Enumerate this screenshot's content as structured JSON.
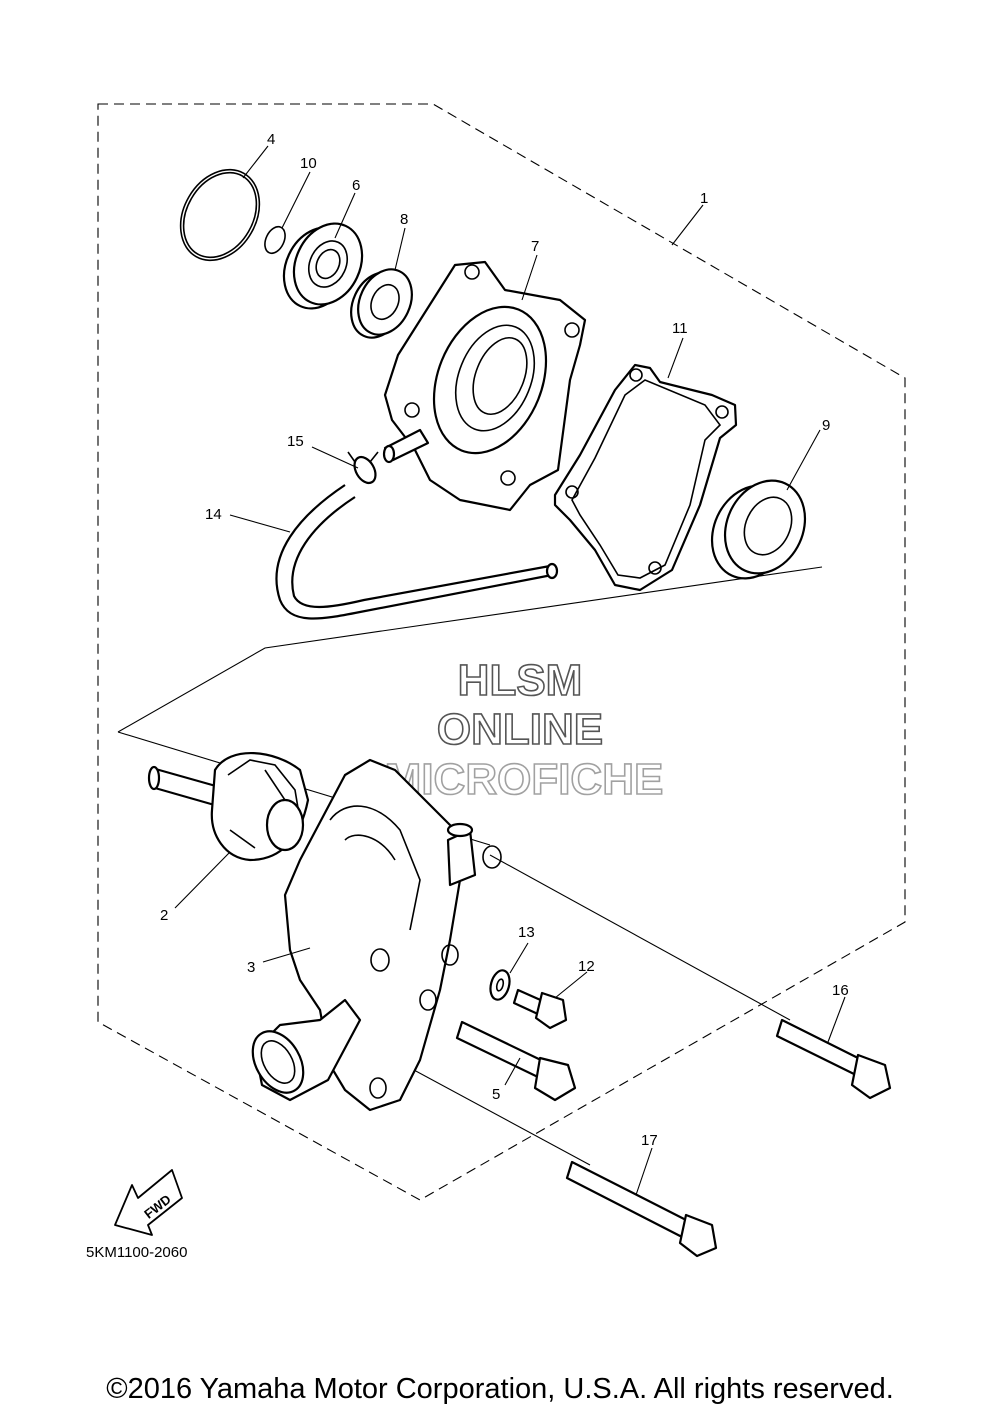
{
  "diagram": {
    "callouts": [
      "1",
      "2",
      "3",
      "4",
      "5",
      "6",
      "7",
      "8",
      "9",
      "10",
      "11",
      "12",
      "13",
      "14",
      "15",
      "16",
      "17"
    ],
    "watermark": [
      "HLSM",
      "ONLINE",
      "MICROFICHE"
    ],
    "fwd_label": "FWD",
    "drawing_code": "5KM1100-2060"
  },
  "copyright": "©2016 Yamaha Motor Corporation, U.S.A. All rights reserved."
}
